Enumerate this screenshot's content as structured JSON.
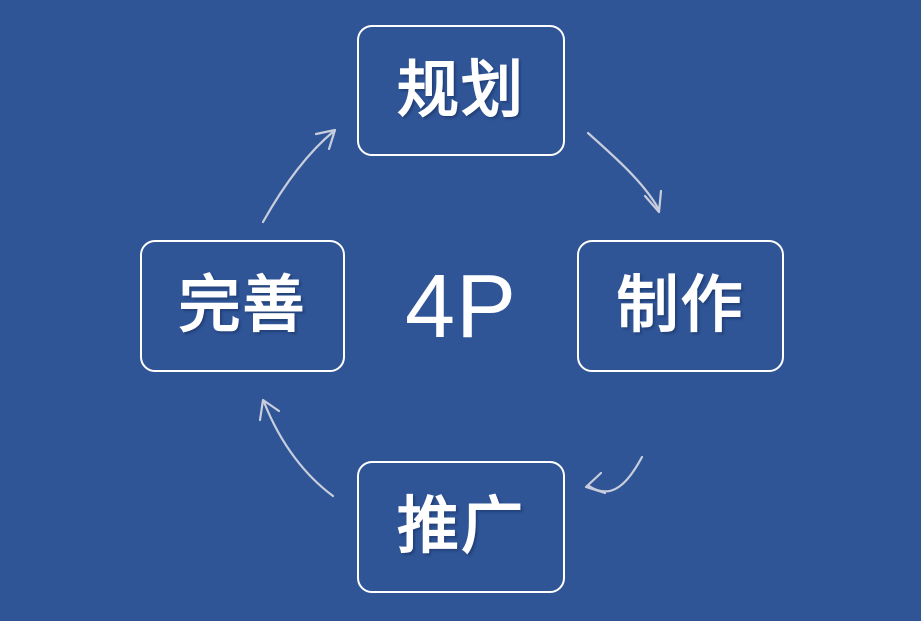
{
  "diagram": {
    "title": "4P",
    "background_color": "#2F5597",
    "box_border_color": "#FFFFFF",
    "text_color": "#FFFFFF",
    "arrow_color": "#C8CEDC",
    "center_label": "4P",
    "nodes": [
      {
        "id": "top",
        "label": "规划",
        "position": "top"
      },
      {
        "id": "right",
        "label": "制作",
        "position": "right"
      },
      {
        "id": "bottom",
        "label": "推广",
        "position": "bottom"
      },
      {
        "id": "left",
        "label": "完善",
        "position": "left"
      }
    ],
    "arrows": [
      {
        "id": "top-to-right",
        "from": "规划",
        "to": "制作",
        "direction": "clockwise"
      },
      {
        "id": "right-to-bottom",
        "from": "制作",
        "to": "推广",
        "direction": "clockwise"
      },
      {
        "id": "bottom-to-left",
        "from": "推广",
        "to": "完善",
        "direction": "clockwise"
      },
      {
        "id": "left-to-top",
        "from": "完善",
        "to": "规划",
        "direction": "clockwise"
      }
    ]
  }
}
